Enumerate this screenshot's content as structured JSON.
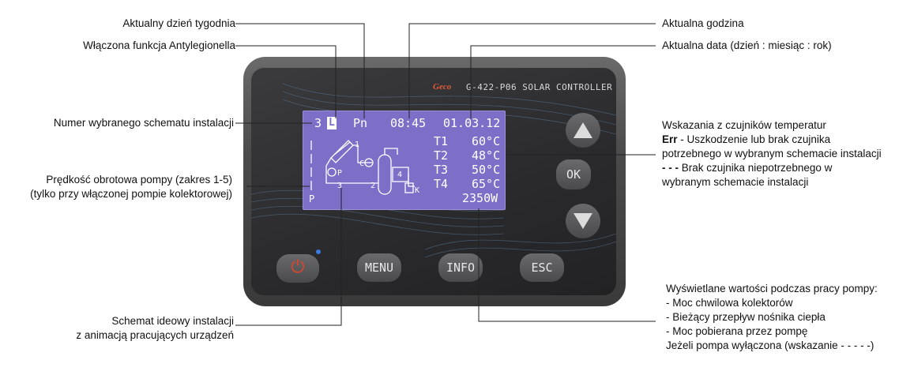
{
  "annotations": {
    "day_of_week": "Aktualny dzień tygodnia",
    "antilegionella": "Włączona funkcja Antylegionella",
    "schema_number": "Numer wybranego schematu instalacji",
    "pump_speed_1": "Prędkość obrotowa pompy (zakres 1-5)",
    "pump_speed_2": "(tylko przy włączonej pompie kolektorowej)",
    "schematic_1": "Schemat ideowy instalacji",
    "schematic_2": "z animacją pracujących urządzeń",
    "current_time": "Aktualna godzina",
    "current_date": "Aktualna data (dzień : miesiąc : rok)",
    "sensors_1": "Wskazania z czujników temperatur",
    "sensors_err_key": "Err",
    "sensors_err_text": " - Uszkodzenie lub brak czujnika",
    "sensors_3": "potrzebnego w wybranym schemacie instalacji",
    "sensors_dash_key": "- - -",
    "sensors_dash_text": "  Brak czujnika niepotrzebnego w",
    "sensors_5": "wybranym schemacie instalacji",
    "values_1": "Wyświetlane wartości podczas pracy pompy:",
    "values_2": "- Moc chwilowa kolektorów",
    "values_3": "- Bieżący przepływ nośnika ciepła",
    "values_4": "- Moc pobierana przez pompę",
    "values_5": "Jeżeli pompa wyłączona (wskazanie - - - - -)"
  },
  "device": {
    "brand": "Geco",
    "model": "G-422-P06 SOLAR CONTROLLER",
    "buttons": {
      "power": "⏻",
      "menu": "MENU",
      "info": "INFO",
      "esc": "ESC",
      "ok": "OK"
    }
  },
  "lcd": {
    "schema": "3",
    "antilegionella_flag": "L",
    "day": "Pn",
    "time": "08:45",
    "date": "01.03.12",
    "sensors": [
      {
        "label": "T1",
        "value": "60°C"
      },
      {
        "label": "T2",
        "value": "48°C"
      },
      {
        "label": "T3",
        "value": "50°C"
      },
      {
        "label": "T4",
        "value": "65°C"
      }
    ],
    "power": "2350W",
    "pump_label": "P",
    "diagram_labels": {
      "n1": "1",
      "n2": "2",
      "n3": "3",
      "n4": "4",
      "c": "C",
      "p": "P",
      "k": "K"
    }
  },
  "colors": {
    "lcd": "#7d6ec8",
    "power_icon": "#e0442a",
    "led": "#3a7be0"
  }
}
